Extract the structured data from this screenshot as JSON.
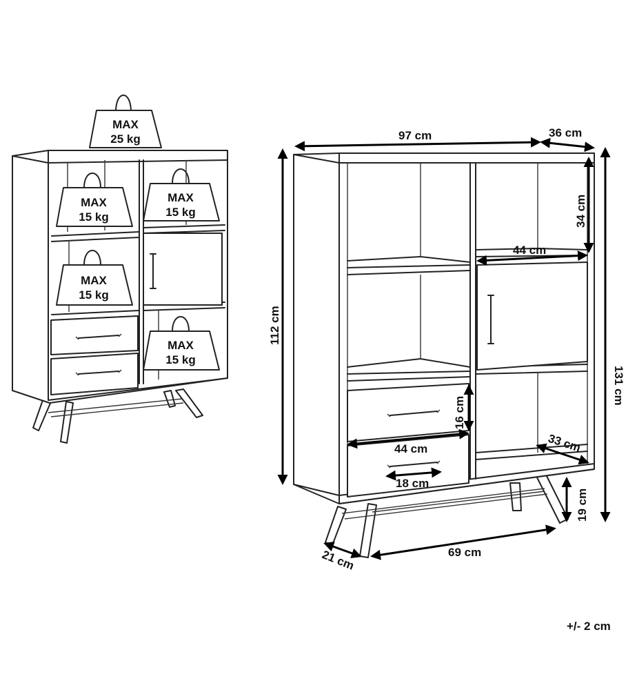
{
  "weights": {
    "top": {
      "line1": "MAX",
      "line2": "25 kg"
    },
    "shelf_top_left": {
      "line1": "MAX",
      "line2": "15 kg"
    },
    "shelf_top_right": {
      "line1": "MAX",
      "line2": "15 kg"
    },
    "shelf_mid_left": {
      "line1": "MAX",
      "line2": "15 kg"
    },
    "shelf_low_right": {
      "line1": "MAX",
      "line2": "15 kg"
    }
  },
  "dimensions": {
    "width": "97 cm",
    "depth": "36 cm",
    "compartment_height": "34 cm",
    "compartment_width": "44 cm",
    "body_height": "112 cm",
    "total_height": "131 cm",
    "drawer_height": "16 cm",
    "drawer_width": "44 cm",
    "handle_width": "18 cm",
    "inner_depth": "33 cm",
    "leg_height": "19 cm",
    "leg_depth": "21 cm",
    "leg_span": "69 cm"
  },
  "tolerance": "+/- 2 cm"
}
